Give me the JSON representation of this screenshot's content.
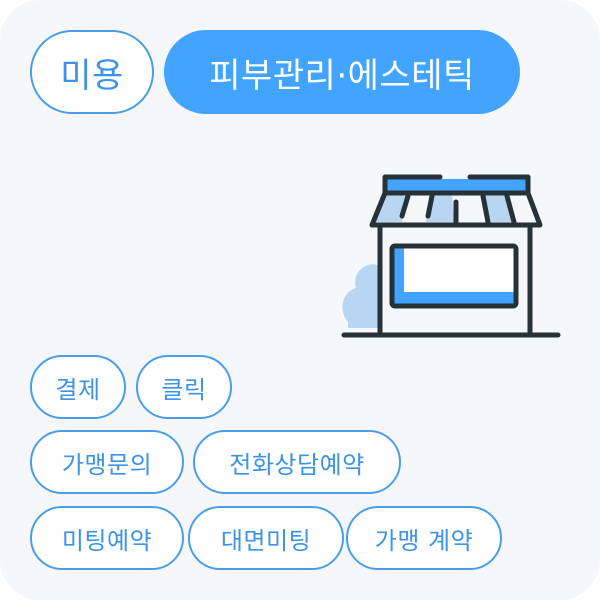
{
  "header": {
    "category_tag": "미용",
    "subcategory_tag": "피부관리·에스테틱"
  },
  "illustration": {
    "icon": "storefront-icon",
    "colors": {
      "outline": "#263238",
      "accent": "#42a4ff",
      "light_accent": "#b8d6f2"
    }
  },
  "tags": {
    "row1": [
      "결제",
      "클릭"
    ],
    "row2": [
      "가맹문의",
      "전화상담예약"
    ],
    "row3": [
      "미팅예약",
      "대면미팅",
      "가맹 계약"
    ]
  },
  "colors": {
    "background": "#f5f7fa",
    "primary": "#42a4ff",
    "tag_border": "#4a9ee8",
    "tag_text": "#3d93e6"
  }
}
